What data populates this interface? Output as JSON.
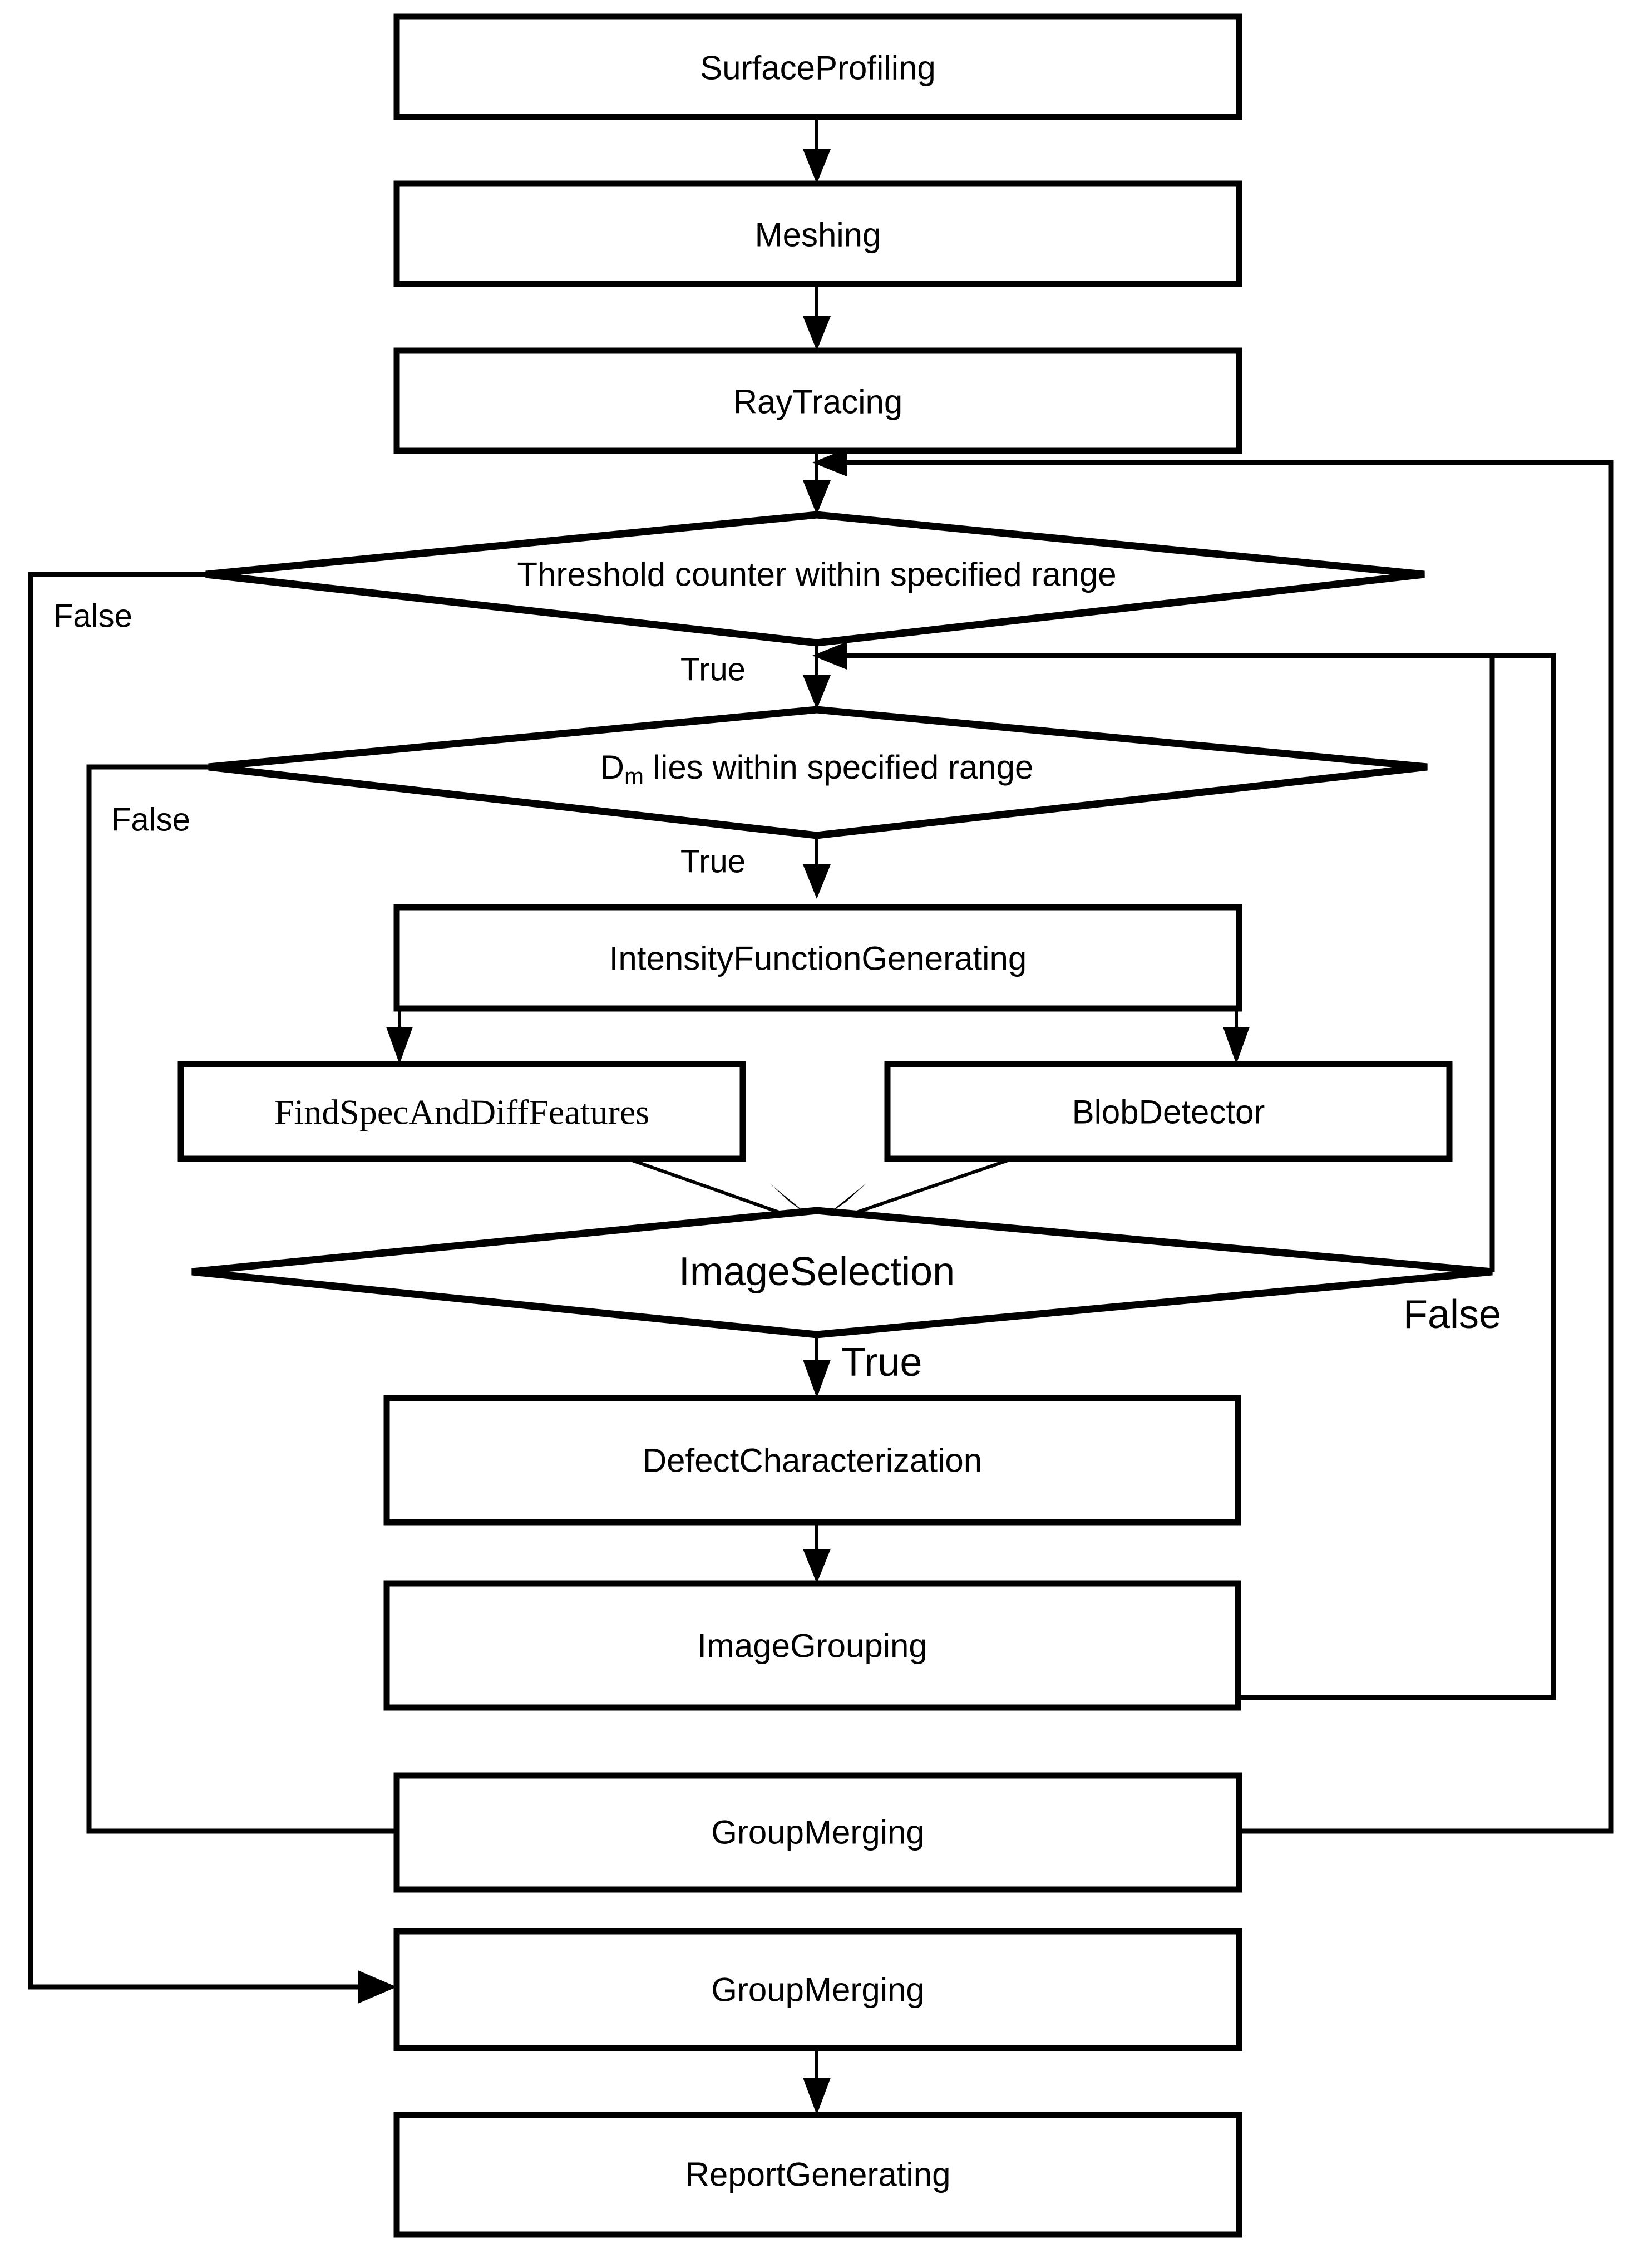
{
  "diagram": {
    "type": "flowchart",
    "title": "",
    "background_color": "#ffffff",
    "line_color": "#000000",
    "nodes": [
      {
        "id": "surface_profiling",
        "shape": "process",
        "label": "SurfaceProfiling"
      },
      {
        "id": "meshing",
        "shape": "process",
        "label": "Meshing"
      },
      {
        "id": "ray_tracing",
        "shape": "process",
        "label": "RayTracing"
      },
      {
        "id": "threshold_counter",
        "shape": "decision",
        "label": "Threshold counter within specified range"
      },
      {
        "id": "dm_range",
        "shape": "decision",
        "label_prefix": "D",
        "label_sub": "m",
        "label_suffix": " lies within specified range",
        "label": "Dm lies within specified range"
      },
      {
        "id": "intensity_function",
        "shape": "process",
        "label": "IntensityFunctionGenerating"
      },
      {
        "id": "find_spec_diff_features",
        "shape": "process",
        "label": "FindSpecAndDiffFeatures"
      },
      {
        "id": "blob_detector",
        "shape": "process",
        "label": "BlobDetector"
      },
      {
        "id": "image_selection",
        "shape": "decision",
        "label": "ImageSelection"
      },
      {
        "id": "defect_characterization",
        "shape": "process",
        "label": "DefectCharacterization"
      },
      {
        "id": "image_grouping",
        "shape": "process",
        "label": "ImageGrouping"
      },
      {
        "id": "group_merging_inner",
        "shape": "process",
        "label": "GroupMerging"
      },
      {
        "id": "group_merging_outer",
        "shape": "process",
        "label": "GroupMerging"
      },
      {
        "id": "report_generating",
        "shape": "process",
        "label": "ReportGenerating"
      }
    ],
    "edge_labels": {
      "threshold_false": "False",
      "threshold_true": "True",
      "dm_false": "False",
      "dm_true": "True",
      "selection_false": "False",
      "selection_true": "True"
    },
    "edges": [
      {
        "from": "surface_profiling",
        "to": "meshing",
        "label": ""
      },
      {
        "from": "meshing",
        "to": "ray_tracing",
        "label": ""
      },
      {
        "from": "ray_tracing",
        "to": "threshold_counter",
        "label": ""
      },
      {
        "from": "threshold_counter",
        "to": "group_merging_outer",
        "label": "False"
      },
      {
        "from": "threshold_counter",
        "to": "dm_range",
        "label": "True"
      },
      {
        "from": "dm_range",
        "to": "group_merging_inner",
        "label": "False"
      },
      {
        "from": "dm_range",
        "to": "intensity_function",
        "label": "True"
      },
      {
        "from": "intensity_function",
        "to": "find_spec_diff_features",
        "label": ""
      },
      {
        "from": "intensity_function",
        "to": "blob_detector",
        "label": ""
      },
      {
        "from": "find_spec_diff_features",
        "to": "image_selection",
        "label": ""
      },
      {
        "from": "blob_detector",
        "to": "image_selection",
        "label": ""
      },
      {
        "from": "image_selection",
        "to": "dm_range",
        "label": "False"
      },
      {
        "from": "image_selection",
        "to": "defect_characterization",
        "label": "True"
      },
      {
        "from": "defect_characterization",
        "to": "image_grouping",
        "label": ""
      },
      {
        "from": "image_grouping",
        "to": "dm_range",
        "label": ""
      },
      {
        "from": "group_merging_inner",
        "to": "threshold_counter",
        "label": ""
      },
      {
        "from": "group_merging_outer",
        "to": "report_generating",
        "label": ""
      }
    ]
  }
}
